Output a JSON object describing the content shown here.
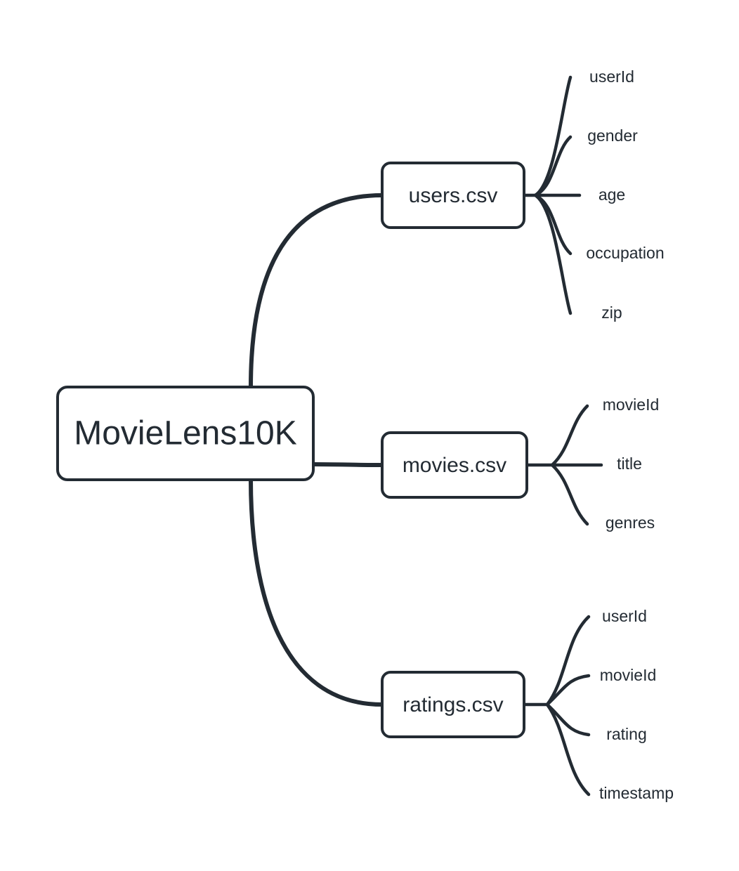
{
  "diagram": {
    "type": "mindmap",
    "title": "MovieLens10K dataset file schema mind map",
    "background_color": "#ffffff",
    "stroke_color": "#232b33",
    "text_color": "#232b33",
    "root": {
      "label": "MovieLens10K"
    },
    "branches": [
      {
        "label": "users.csv",
        "leaves": [
          {
            "label": "userId"
          },
          {
            "label": "gender"
          },
          {
            "label": "age"
          },
          {
            "label": "occupation"
          },
          {
            "label": "zip"
          }
        ]
      },
      {
        "label": "movies.csv",
        "leaves": [
          {
            "label": "movieId"
          },
          {
            "label": "title"
          },
          {
            "label": "genres"
          }
        ]
      },
      {
        "label": "ratings.csv",
        "leaves": [
          {
            "label": "userId"
          },
          {
            "label": "movieId"
          },
          {
            "label": "rating"
          },
          {
            "label": "timestamp"
          }
        ]
      }
    ]
  }
}
